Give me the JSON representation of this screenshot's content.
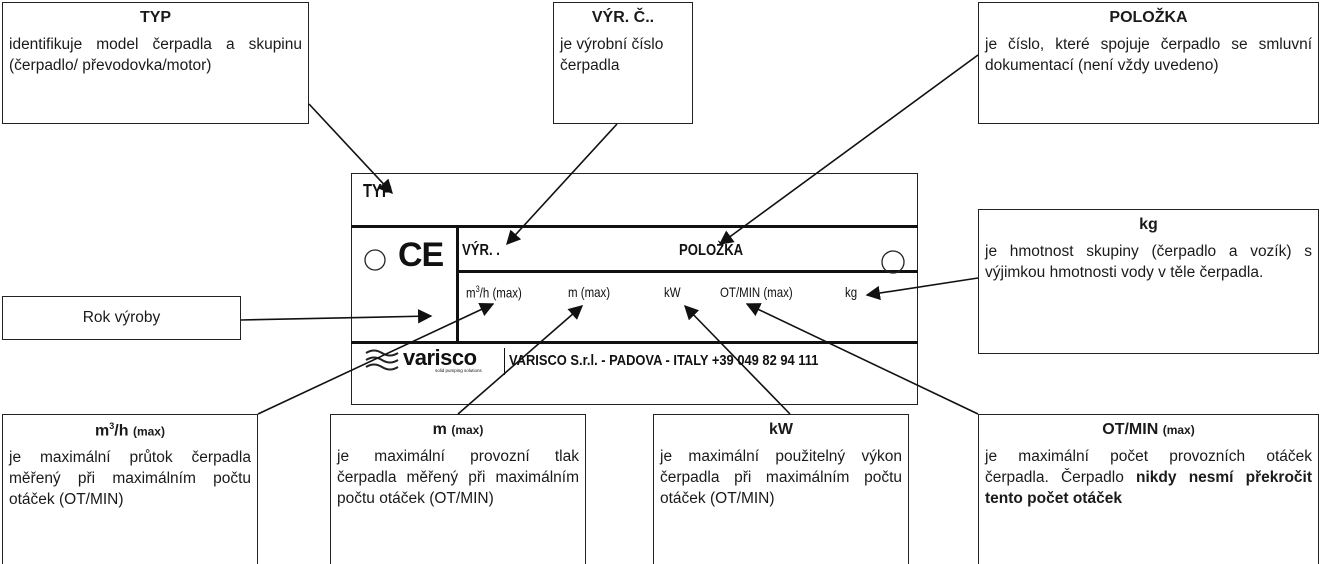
{
  "boxes": {
    "typ": {
      "title": "TYP",
      "desc": "identifikuje model čerpadla a skupinu (čerpadlo/ převodovka/motor)"
    },
    "vyr": {
      "title": "VÝR. Č..",
      "desc": "je výrobní číslo čerpadla"
    },
    "polozka": {
      "title": "POLOŽKA",
      "desc": "je číslo, které spojuje čerpadlo se smluvní dokumentací (není vždy uvedeno)"
    },
    "kg": {
      "title": "kg",
      "desc": "je hmotnost skupiny (čerpadlo a vozík) s výjimkou hmotnosti vody v těle čerpadla."
    },
    "rok": {
      "label": "Rok výroby"
    },
    "m3h": {
      "title_main": "m",
      "title_sup": "3",
      "title_rest": "/h",
      "title_small": "(max)",
      "desc": "je maximální průtok čerpadla měřený při maximálním počtu otáček (OT/MIN)"
    },
    "m": {
      "title_main": "m",
      "title_small": "(max)",
      "desc": "je maximální provozní tlak čerpadla měřený při maximálním počtu otáček (OT/MIN)"
    },
    "kw": {
      "title": "kW",
      "desc": "je maximální použitelný výkon čerpadla při maximálním počtu otáček (OT/MIN)"
    },
    "otmin": {
      "title_main": "OT/MIN",
      "title_small": "(max)",
      "desc_plain": "je maximální počet provozních otáček čerpadla. Čerpadlo ",
      "desc_bold": "nikdy nesmí překročit tento počet otáček"
    }
  },
  "plate": {
    "typ": "TYP",
    "ce": "CE",
    "vyr": "VÝR.  .",
    "polozka": "POLOŽKA",
    "m3h_main": "m",
    "m3h_sup": "3",
    "m3h_rest": "/h (max)",
    "m_max": "m (max)",
    "kw": "kW",
    "otmin": "OT/MIN (max)",
    "kg": "kg",
    "brand": "varisco",
    "brand_tagline": "solid pumping solutions",
    "company": "VARISCO S.r.l. - PADOVA - ITALY +39 049 82 94 111"
  }
}
